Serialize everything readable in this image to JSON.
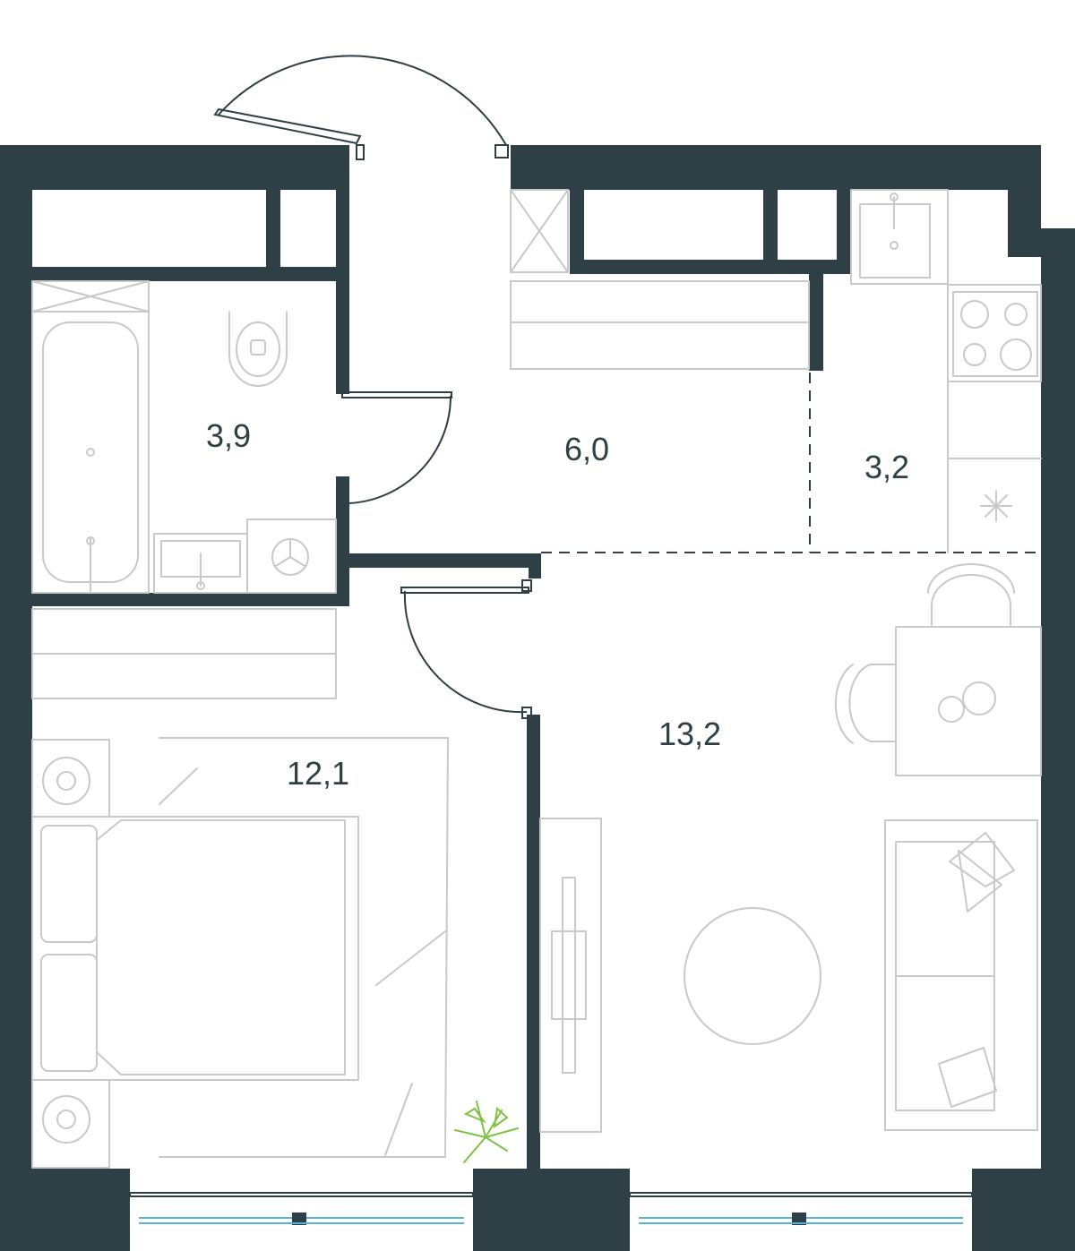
{
  "rooms": {
    "bathroom": {
      "area": "3,9"
    },
    "hallway": {
      "area": "6,0"
    },
    "kitchen": {
      "area": "3,2"
    },
    "bedroom": {
      "area": "12,1"
    },
    "living": {
      "area": "13,2"
    }
  },
  "colors": {
    "wall": "#2e3f45",
    "furniture": "#c9c9c9",
    "window": "#56b4dc",
    "plant": "#7ec242"
  }
}
